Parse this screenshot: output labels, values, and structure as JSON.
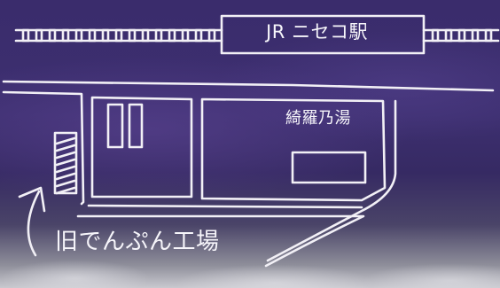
{
  "map": {
    "labels": {
      "station": "JR ニセコ駅",
      "onsen": "綺羅乃湯",
      "factory": "旧でんぷん工場"
    },
    "colors": {
      "background": "#3a2c6c",
      "chalk": "#f2f0f6"
    },
    "icons": {
      "railway": "railway-track-icon",
      "arrow": "curved-arrow-icon"
    }
  }
}
